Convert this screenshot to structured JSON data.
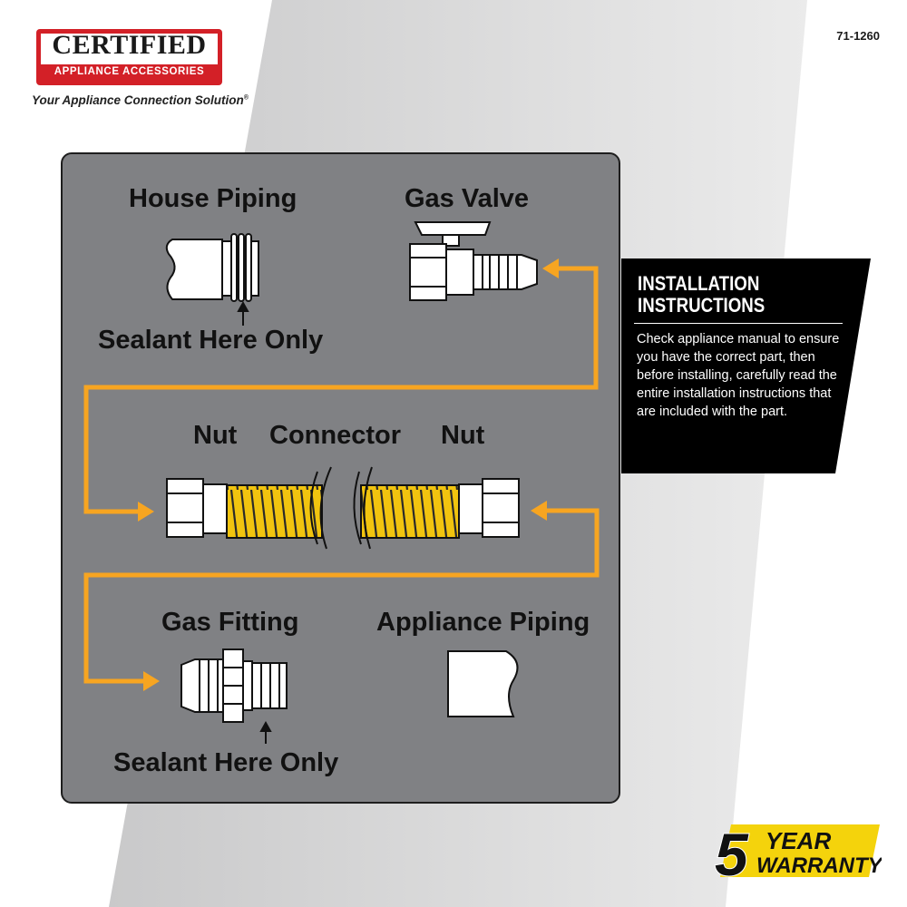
{
  "brand": {
    "logo_text": "CERTIFIED",
    "logo_subtext": "APPLIANCE ACCESSORIES",
    "tagline": "Your Appliance Connection Solution",
    "tagline_mark": "®",
    "part_number": "71-1260"
  },
  "diagram": {
    "house_piping": "House Piping",
    "gas_valve": "Gas Valve",
    "sealant_top": "Sealant Here Only",
    "nut_left": "Nut",
    "connector": "Connector",
    "nut_right": "Nut",
    "gas_fitting": "Gas Fitting",
    "appliance_piping": "Appliance Piping",
    "sealant_bottom": "Sealant Here Only"
  },
  "instructions": {
    "title_line1": "INSTALLATION",
    "title_line2": "INSTRUCTIONS",
    "body": "Check appliance manual to ensure you have the correct part, then before installing, carefully read the entire installation instructions that are included with the part."
  },
  "warranty": {
    "number": "5",
    "line1": "YEAR",
    "line2": "WARRANTY"
  },
  "colors": {
    "arrow": "#f7a521",
    "panel": "#808184",
    "logo_red": "#d32027",
    "coil_yellow": "#f1c40f",
    "warranty_yellow": "#f4d30c",
    "instructions_bg": "#000000"
  }
}
